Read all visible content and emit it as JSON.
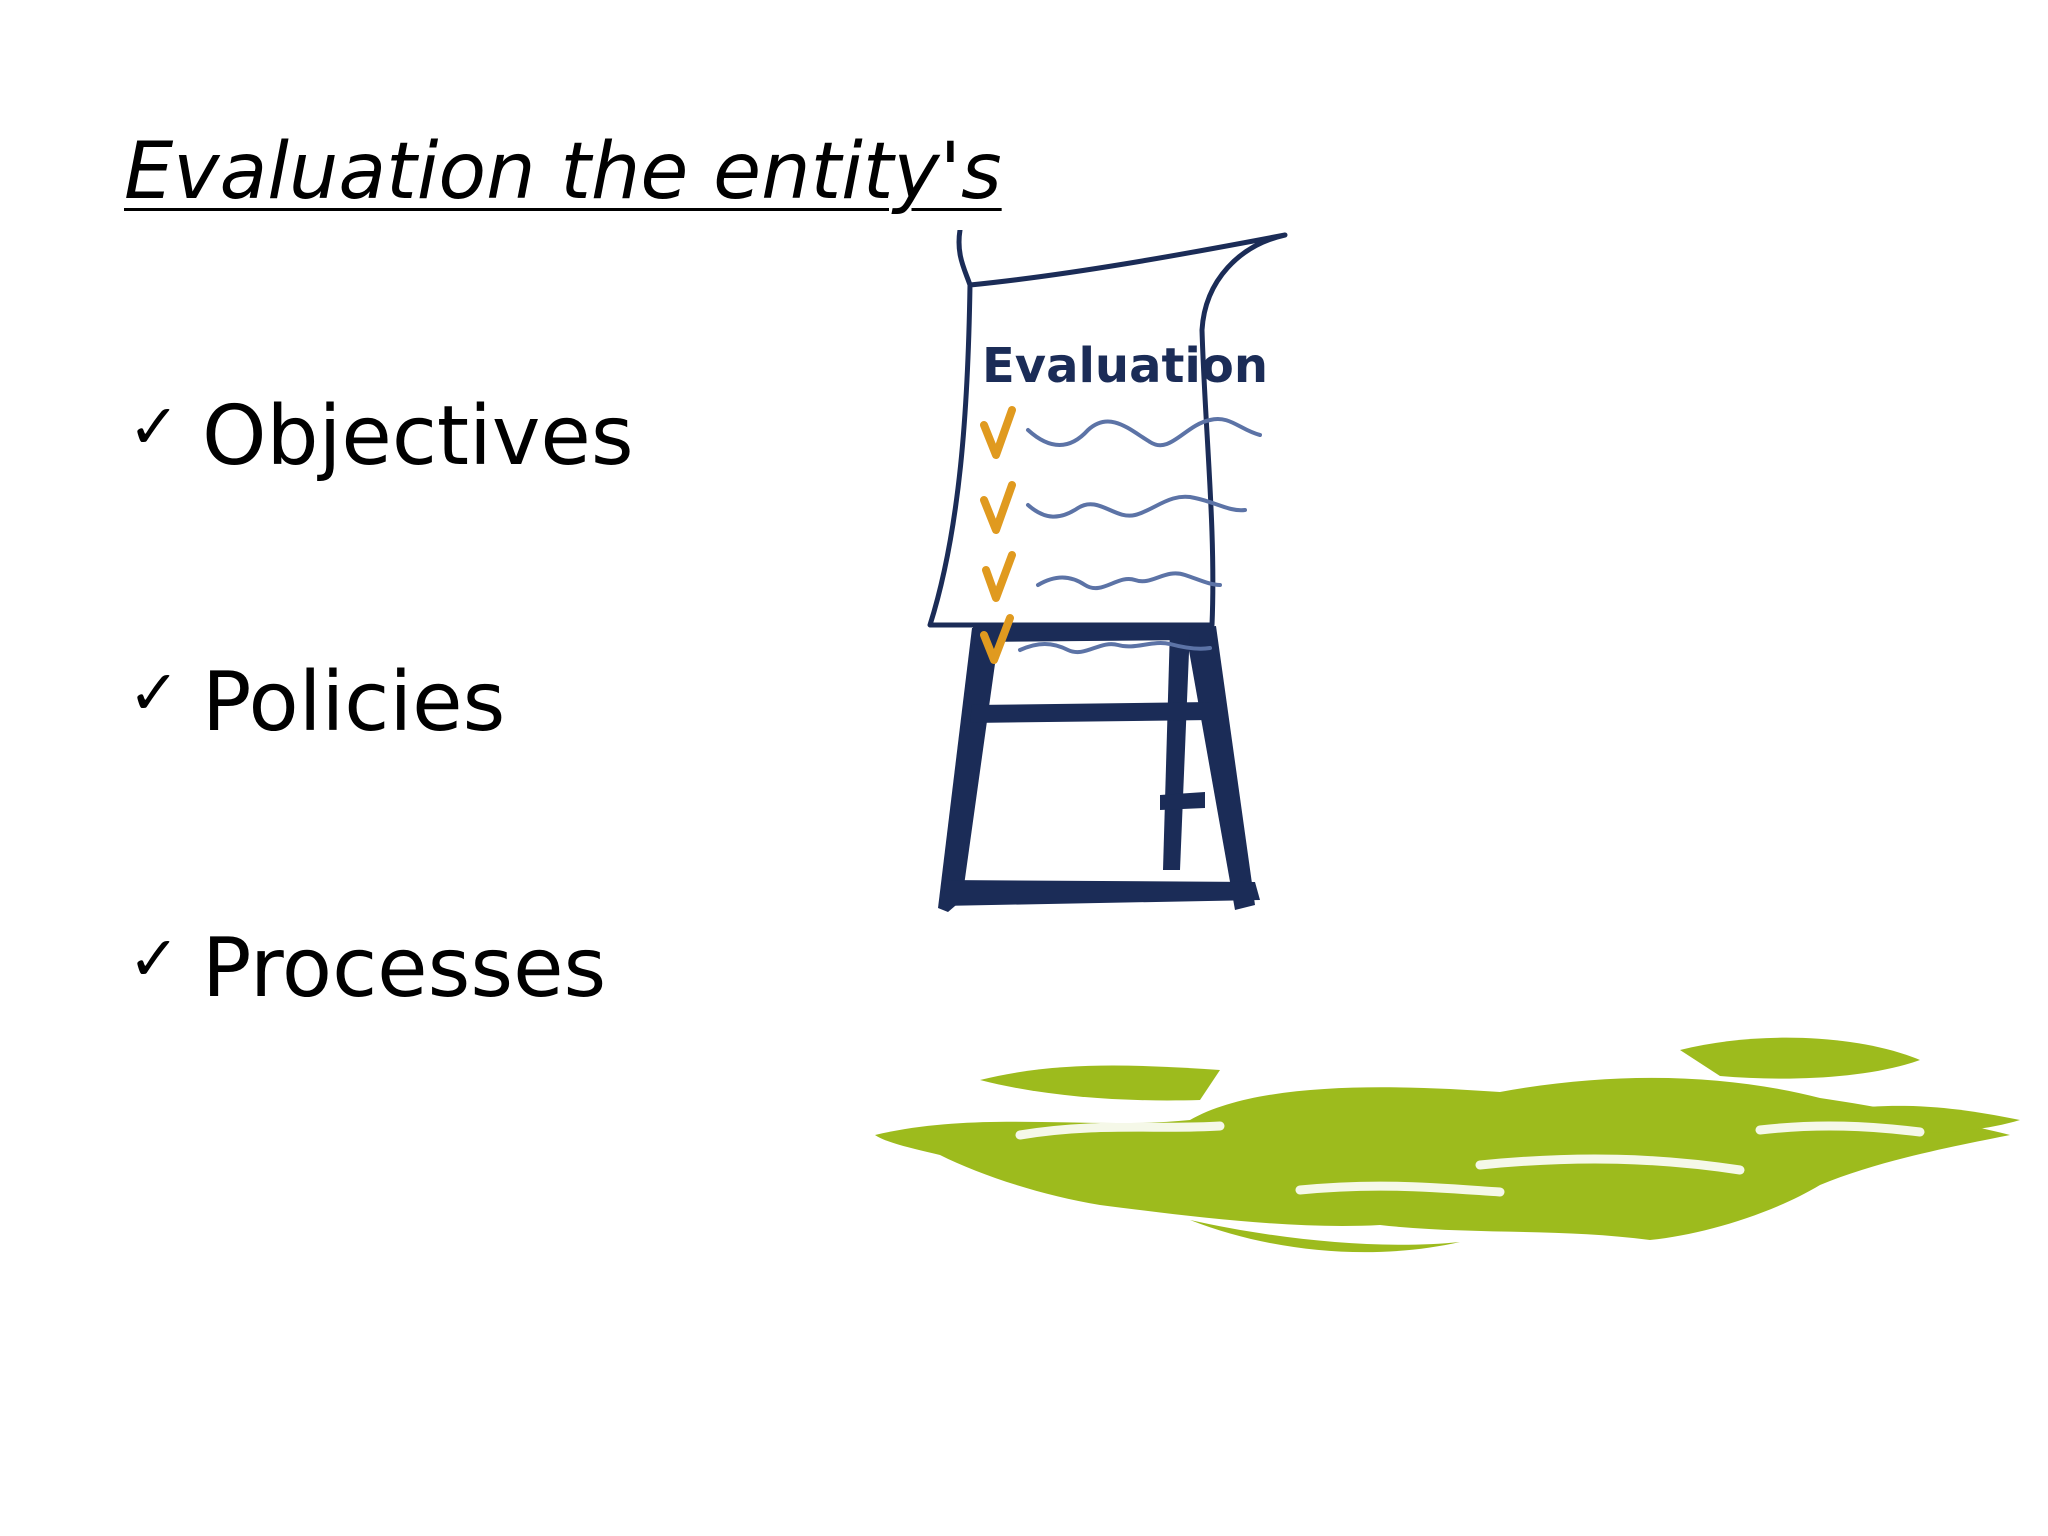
{
  "slide": {
    "title": "Evaluation the entity's",
    "check_symbol": "✓",
    "bullets": [
      {
        "label": "Objectives"
      },
      {
        "label": "Policies"
      },
      {
        "label": "Processes"
      }
    ]
  },
  "illustration": {
    "board_heading": "Evaluation",
    "checklist_icon": "checkmark-icon",
    "colors": {
      "easel": "#1b2c57",
      "checks": "#e09a1f",
      "scribble_lines": "#5c73a6",
      "grass": "#9dbb1d"
    }
  }
}
